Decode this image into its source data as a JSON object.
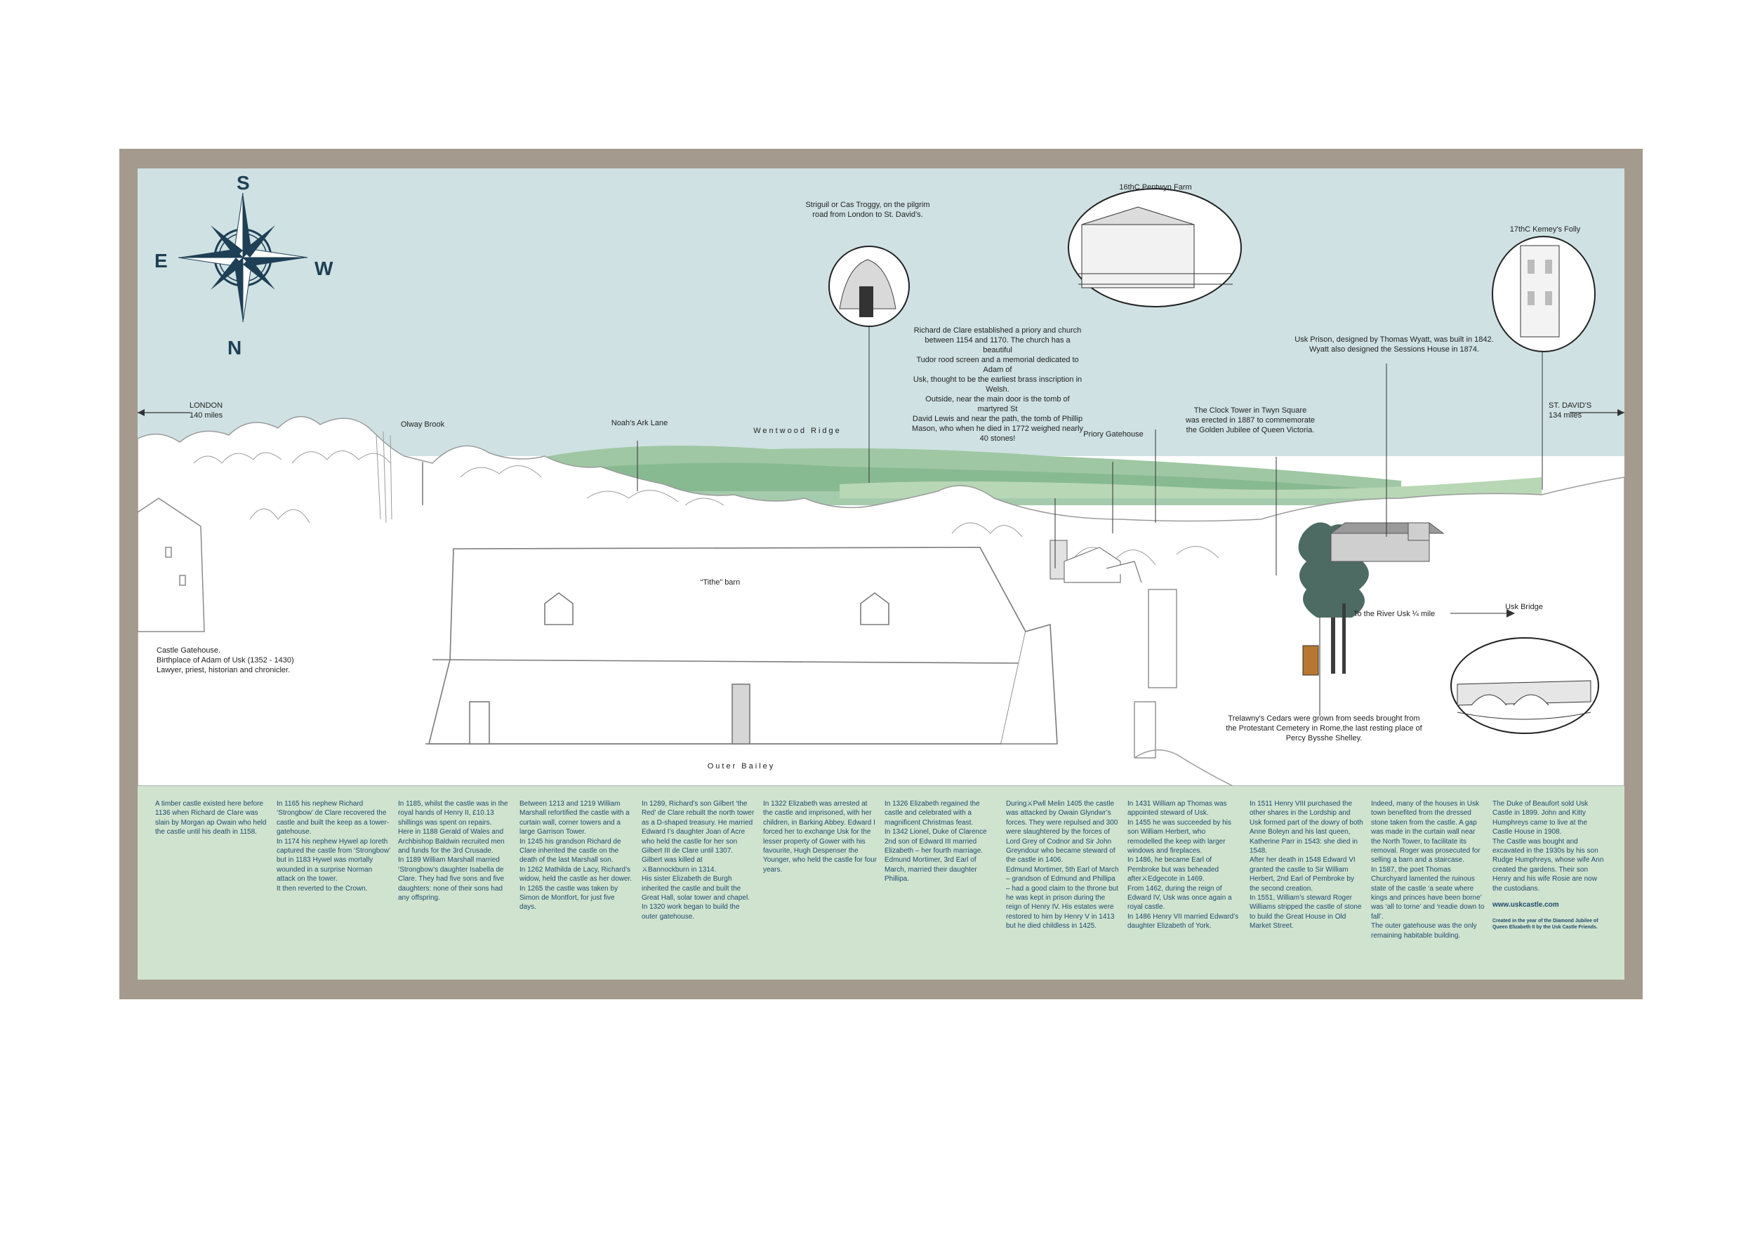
{
  "compass": {
    "north": "N",
    "south": "S",
    "east": "E",
    "west": "W"
  },
  "labels": {
    "london": "LONDON",
    "london_dist": "140 miles",
    "stdavids": "ST. DAVID'S",
    "stdavids_dist": "134 miles",
    "olway": "Olway Brook",
    "noahs": "Noah's Ark Lane",
    "wentwood": "Wentwood Ridge",
    "striguil_1": "Striguil or Cas Troggy, on the pilgrim",
    "striguil_2": "road from London to St. David's.",
    "pentwyn": "16thC Pentwyn Farm",
    "kemeys": "17thC Kemey's Folly",
    "prison_1": "Usk Prison, designed by Thomas Wyatt, was built in 1842.",
    "prison_2": "Wyatt also designed the Sessions House in 1874.",
    "priory_1": "Richard de Clare established a priory and church",
    "priory_2": "between 1154 and 1170.  The church has a beautiful",
    "priory_3": "Tudor rood screen and a memorial dedicated to Adam of",
    "priory_4": "Usk, thought to be the earliest brass inscription in Welsh.",
    "priory_5": "Outside, near the main door is the tomb of martyred St",
    "priory_6": "David Lewis and near the path, the tomb of Phillip",
    "priory_7": "Mason, who when he died in 1772 weighed nearly",
    "priory_8": "40 stones!",
    "priory_gatehouse": "Priory Gatehouse",
    "clock_1": "The Clock Tower in Twyn Square",
    "clock_2": "was erected in 1887 to commemorate",
    "clock_3": "the Golden Jubilee of Queen Victoria.",
    "tithe": "“Tithe” barn",
    "gatehouse_1": "Castle Gatehouse.",
    "gatehouse_2": "Birthplace of Adam of Usk (1352 - 1430)",
    "gatehouse_3": "Lawyer, priest, historian and chronicler.",
    "river": "To the River Usk ¼ mile",
    "bridge": "Usk Bridge",
    "cedars_1": "Trelawny's Cedars were grown from seeds brought from",
    "cedars_2": "the Protestant Cemetery in Rome,the last resting place of",
    "cedars_3": "Percy Bysshe Shelley.",
    "outer_bailey": "Outer Bailey"
  },
  "history": {
    "c1": {
      "p1": "A timber castle existed here before 1136 when Richard de Clare was slain by Morgan ap Owain who held the castle until his death in 1158."
    },
    "c2": {
      "p1": "In 1165 his nephew Richard ‘Strongbow’ de Clare recovered the castle and built the keep as a tower-gatehouse.",
      "p2": "In 1174 his nephew Hywel ap Ioreth captured the castle from ‘Strongbow’ but in 1183 Hywel was mortally wounded in a surprise Norman attack on the tower.",
      "p3": "It then reverted to the Crown."
    },
    "c3": {
      "p1": "In 1185, whilst the castle was in the royal hands of Henry II, £10.13 shillings was spent on repairs.",
      "p2": "Here in 1188 Gerald of Wales and Archbishop Baldwin recruited men and funds for the 3rd Crusade.",
      "p3": "In 1189 William Marshall married ‘Strongbow’s daughter Isabella de Clare.  They had five sons and five daughters: none of their sons had any offspring."
    },
    "c4": {
      "p1": "Between 1213 and 1219 William Marshall refortified the castle with a curtain wall, corner towers and a large Garrison Tower.",
      "p2": "In 1245 his grandson Richard de Clare inherited the castle on the death of the last Marshall son.",
      "p3": "In 1262 Mathilda de Lacy, Richard’s widow, held the castle as her dower.",
      "p4": "In 1265 the castle was taken by Simon de Montfort, for just five days."
    },
    "c5": {
      "p1": "In 1289, Richard’s son Gilbert ‘the Red’ de Clare rebuilt the north tower as a D-shaped treasury.  He married Edward I’s daughter Joan of Acre who held the castle for her son Gilbert III de Clare until 1307.",
      "p2": "Gilbert was killed at",
      "p3": "Bannockburn in 1314.",
      "p4": "His sister Elizabeth de Burgh inherited the castle and built the Great Hall, solar tower and chapel.",
      "p5": "In 1320 work began to build the outer gatehouse."
    },
    "c6": {
      "p1": "In 1322 Elizabeth was arrested at the castle and imprisoned, with her children, in Barking Abbey.  Edward I forced her to exchange Usk for the lesser property of Gower with his favourite, Hugh Despenser the Younger, who held the castle for four years."
    },
    "c7": {
      "p1": "In 1326 Elizabeth regained the castle and celebrated with a magnificent Christmas feast.",
      "p2": "In 1342 Lionel, Duke of Clarence 2nd son of Edward III married Elizabeth – her fourth marriage.",
      "p3": "Edmund Mortimer, 3rd Earl of March, married their daughter Phillipa."
    },
    "c8": {
      "p1a": "During",
      "p1b": "Pwll Melin 1405 the castle was attacked by Owain Glyndwr’s forces.  They were repulsed and 300 were slaughtered by the forces of Lord Grey of Codnor and Sir John Greyndour who became steward of the castle in 1406.",
      "p2": "Edmund Mortimer, 5th Earl of March – grandson of Edmund and Phillipa – had a good claim to the throne but he was kept in prison during the reign of Henry IV.  His estates were restored to him by Henry V in 1413 but he died childless in 1425."
    },
    "c9": {
      "p1": "In 1431 William ap Thomas was appointed steward of Usk.",
      "p2": "In 1455 he was succeeded by his son William Herbert, who remodelled the keep with larger windows and fireplaces.",
      "p3a": "In 1486, he became Earl of Pembroke but was beheaded after",
      "p3b": "Edgecote in 1469.",
      "p4": "From 1462, during the reign of Edward IV, Usk was once again a royal castle.",
      "p5": "In 1486 Henry VII married Edward’s daughter Elizabeth of York."
    },
    "c10": {
      "p1": "In 1511 Henry VIII purchased the other shares in the Lordship and Usk formed part of the dowry of both Anne Boleyn and his last queen, Katherine Parr in 1543: she died in 1548.",
      "p2": "After her death in 1548 Edward VI granted the castle to Sir William Herbert, 2nd Earl of Pembroke by the second creation.",
      "p3": "In 1551, William’s steward Roger Williams stripped the castle of stone to build the Great House in Old Market Street."
    },
    "c11": {
      "p1": "Indeed, many of the houses in Usk town benefited from the dressed stone taken from the castle. A gap was made in the curtain wall near the North Tower, to facilitate its removal.  Roger was prosecuted for selling a barn and a staircase.",
      "p2": "In 1587, the poet Thomas Churchyard lamented the ruinous state of the castle ‘a seate where kings and princes have been borne’ was ‘all to torne’ and ‘readie down to fall’.",
      "p3": "The outer gatehouse was the only remaining habitable building."
    },
    "c12": {
      "p1": "The Duke of Beaufort sold Usk Castle in 1899.  John and Kitty Humphreys came to live at the Castle House in 1908.",
      "p2": "The Castle was bought and excavated in the 1930s by his son Rudge Humphreys, whose wife Ann created the gardens. Their son Henry and his wife Rosie are now the custodians.",
      "url": "www.uskcastle.com",
      "credit_1": "Created in the year of the Diamond Jubilee of",
      "credit_2": "Queen Elizabeth II by the Usk Castle Friends."
    }
  },
  "colors": {
    "frame": "#a49a8e",
    "sky": "#cfe1e3",
    "footer": "#cfe3cf",
    "text": "#1f4a6b",
    "compass": "#1e3f55",
    "hills": "#9fc7a3"
  },
  "icons": {
    "compass": "compass-rose-icon",
    "battle": "crossed-swords-icon",
    "arrow_left": "arrow-left-icon",
    "arrow_right": "arrow-right-icon"
  }
}
